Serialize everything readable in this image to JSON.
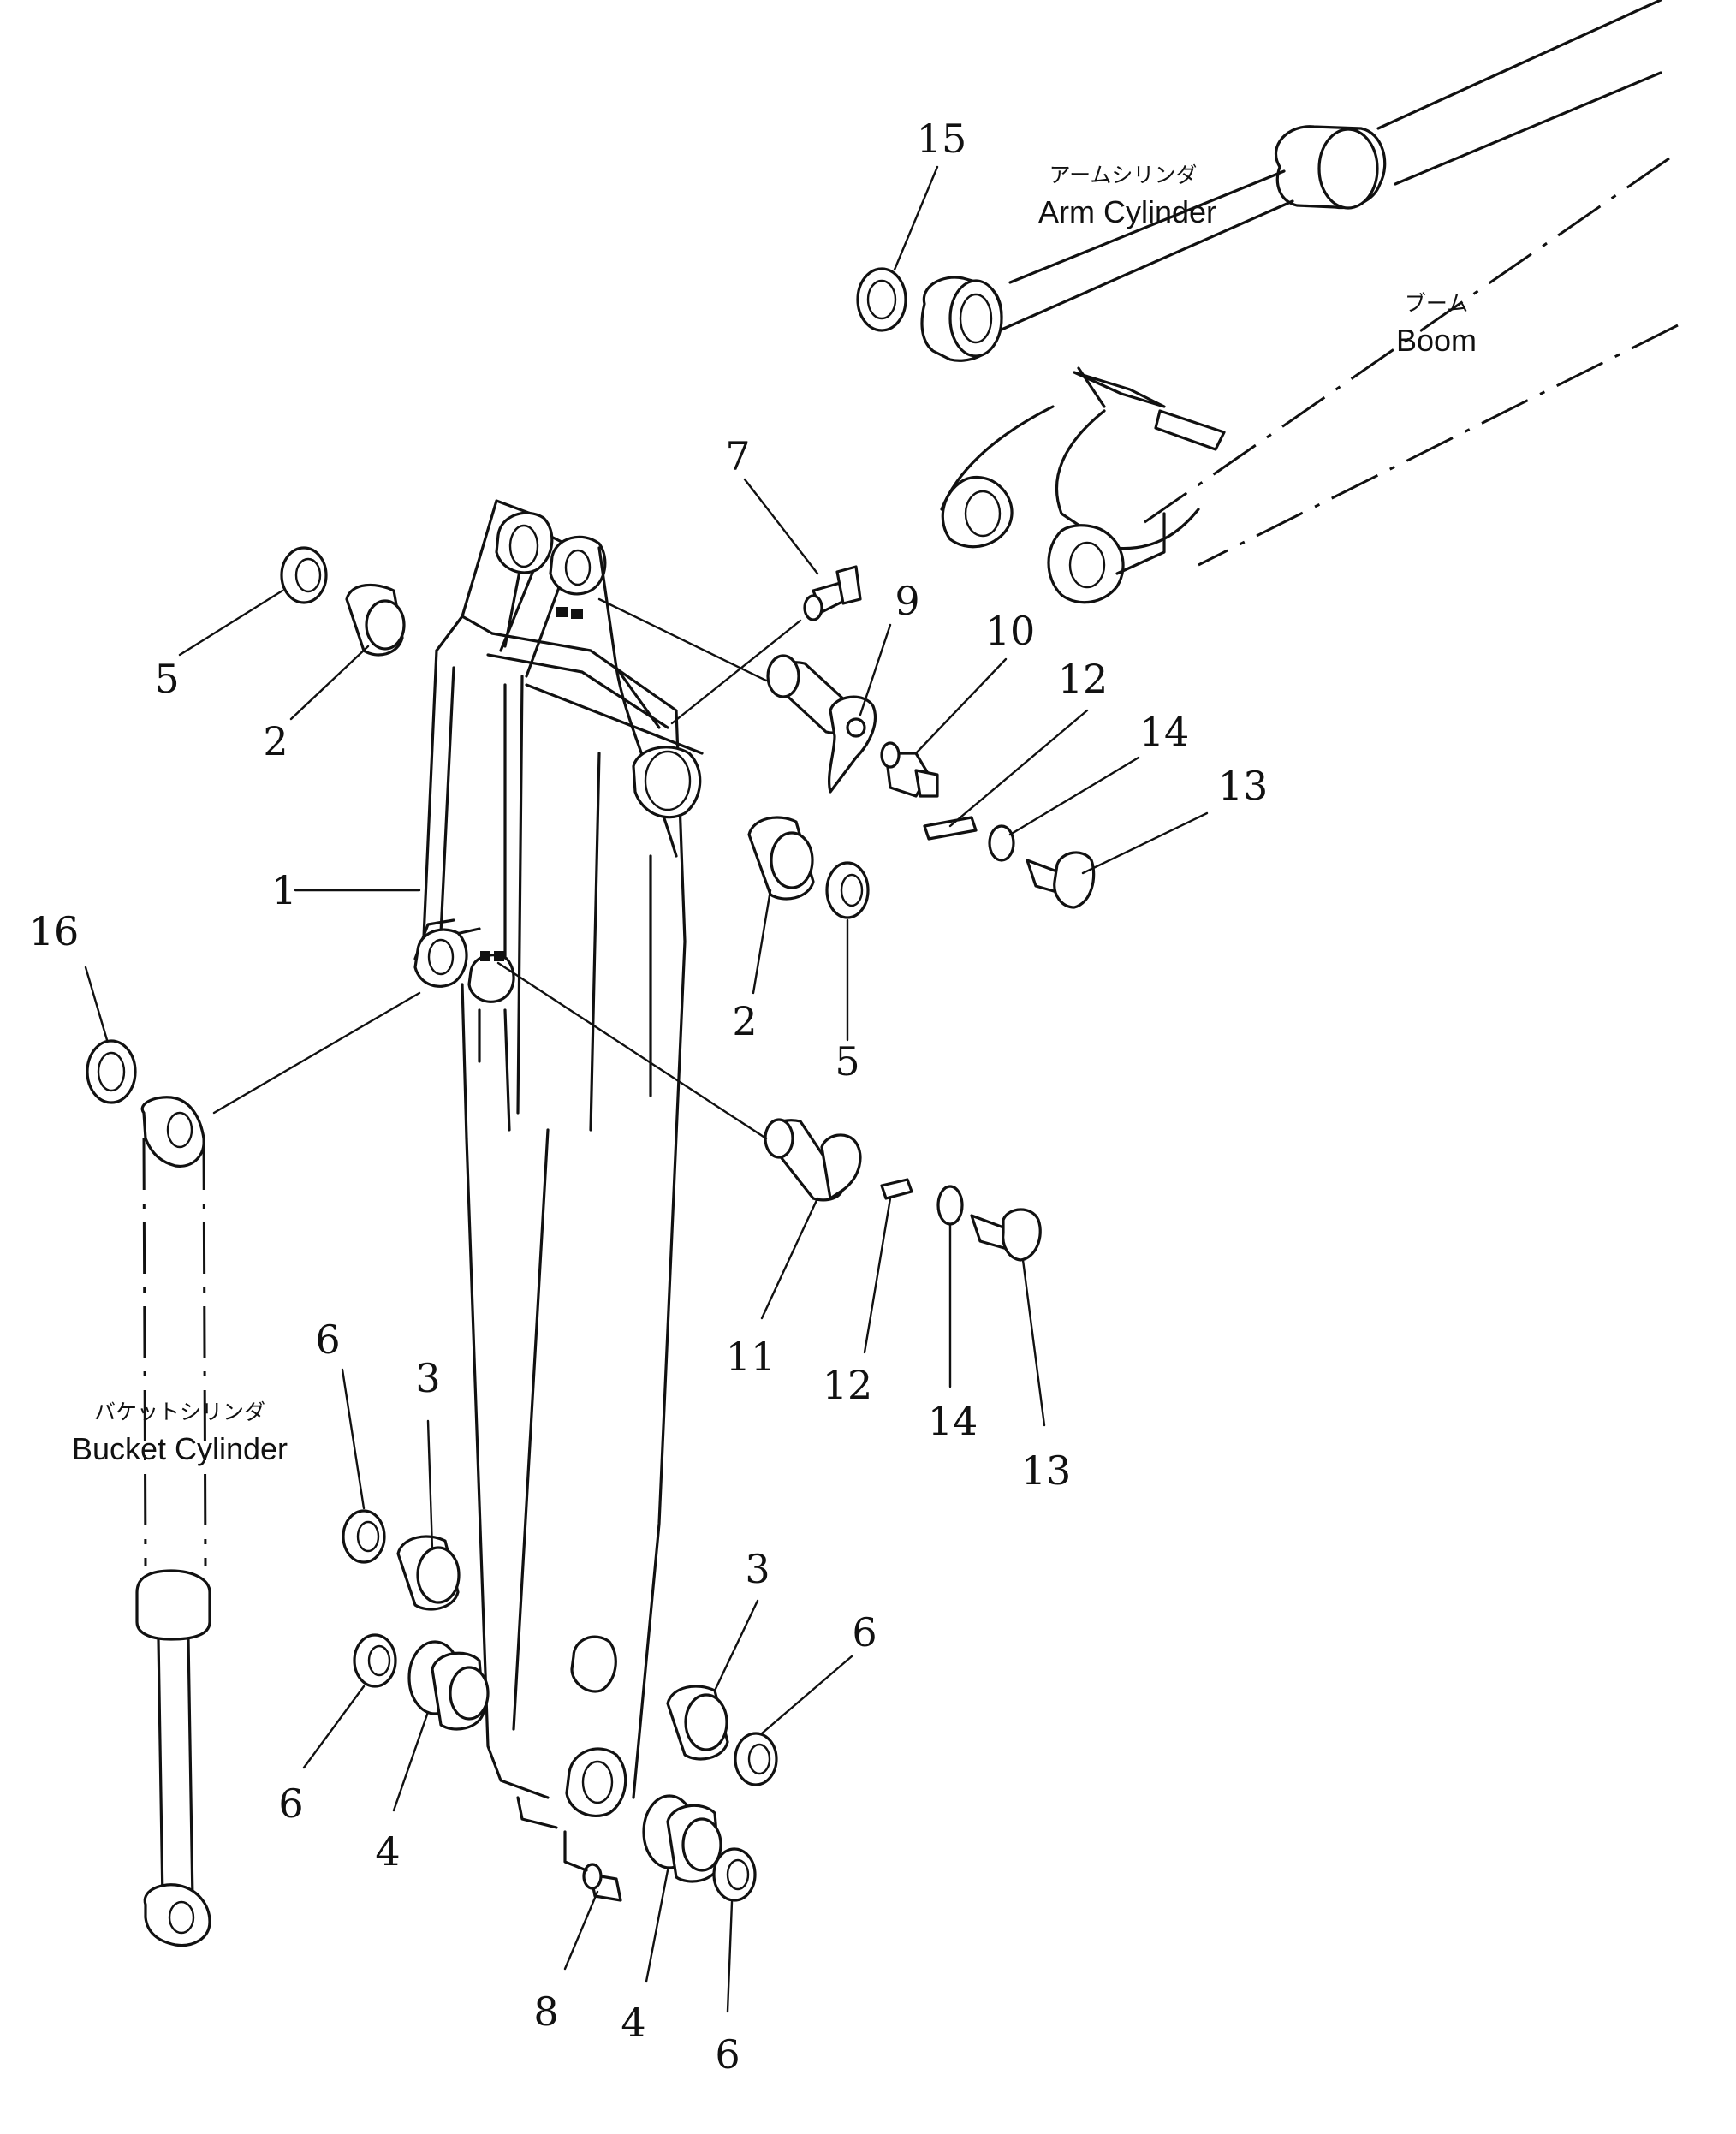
{
  "component_labels": {
    "arm_cylinder": {
      "jp": "アームシリンダ",
      "en": "Arm Cylinder"
    },
    "boom": {
      "jp": "ブーム",
      "en": "Boom"
    },
    "bucket_cylinder": {
      "jp": "バケットシリンダ",
      "en": "Bucket Cylinder"
    }
  },
  "callouts": [
    "15",
    "7",
    "9",
    "10",
    "12",
    "14",
    "13",
    "5",
    "2",
    "1",
    "16",
    "2",
    "5",
    "11",
    "12",
    "14",
    "13",
    "6",
    "3",
    "3",
    "6",
    "6",
    "4",
    "8",
    "4",
    "6"
  ]
}
